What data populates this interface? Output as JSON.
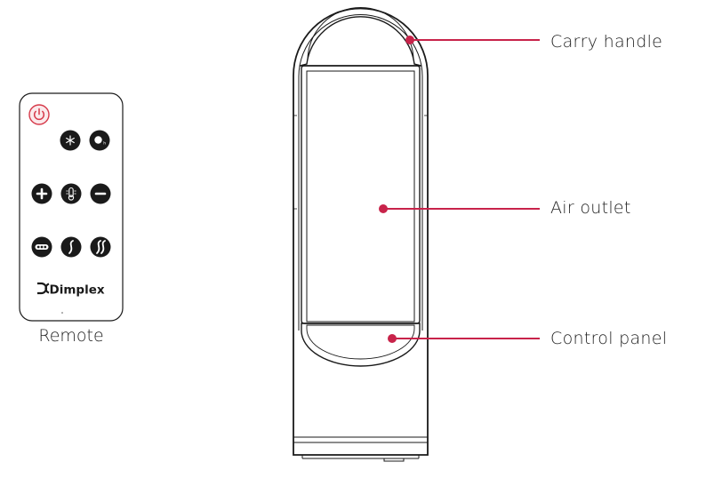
{
  "remote": {
    "caption": "Remote",
    "brand": "Dimplex",
    "buttons": {
      "power": "power-icon",
      "fan": "fan-icon",
      "timer": "timer-icon",
      "plus": "plus-icon",
      "thermostat": "thermostat-icon",
      "minus": "minus-icon",
      "eco": "eco-icon",
      "low_heat": "low-heat-icon",
      "high_heat": "high-heat-icon"
    }
  },
  "callouts": {
    "carry_handle": "Carry handle",
    "air_outlet": "Air outlet",
    "control_panel": "Control panel"
  },
  "colors": {
    "accent": "#c8234a",
    "outline": "#1a1a1a",
    "button": "#1a1a1a",
    "power": "#d63a4a"
  }
}
